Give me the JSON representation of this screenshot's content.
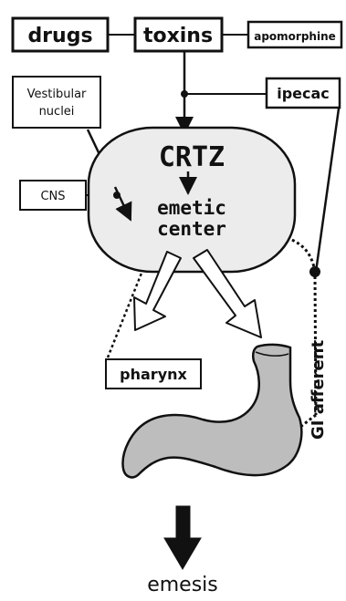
{
  "nodes": {
    "drugs": "drugs",
    "toxins": "toxins",
    "apomorphine": "apomorphine",
    "ipecac": "ipecac",
    "vestibular_line1": "Vestibular",
    "vestibular_line2": "nuclei",
    "cns": "CNS",
    "crtz": "CRTZ",
    "emetic_line1": "emetic",
    "emetic_line2": "center",
    "pharynx": "pharynx",
    "gi_afferent": "GI afferent",
    "emesis": "emesis"
  },
  "colors": {
    "line": "#111111",
    "stomach_fill": "#bdbdbd",
    "center_fill": "#ececec",
    "box_fill": "#ffffff"
  }
}
